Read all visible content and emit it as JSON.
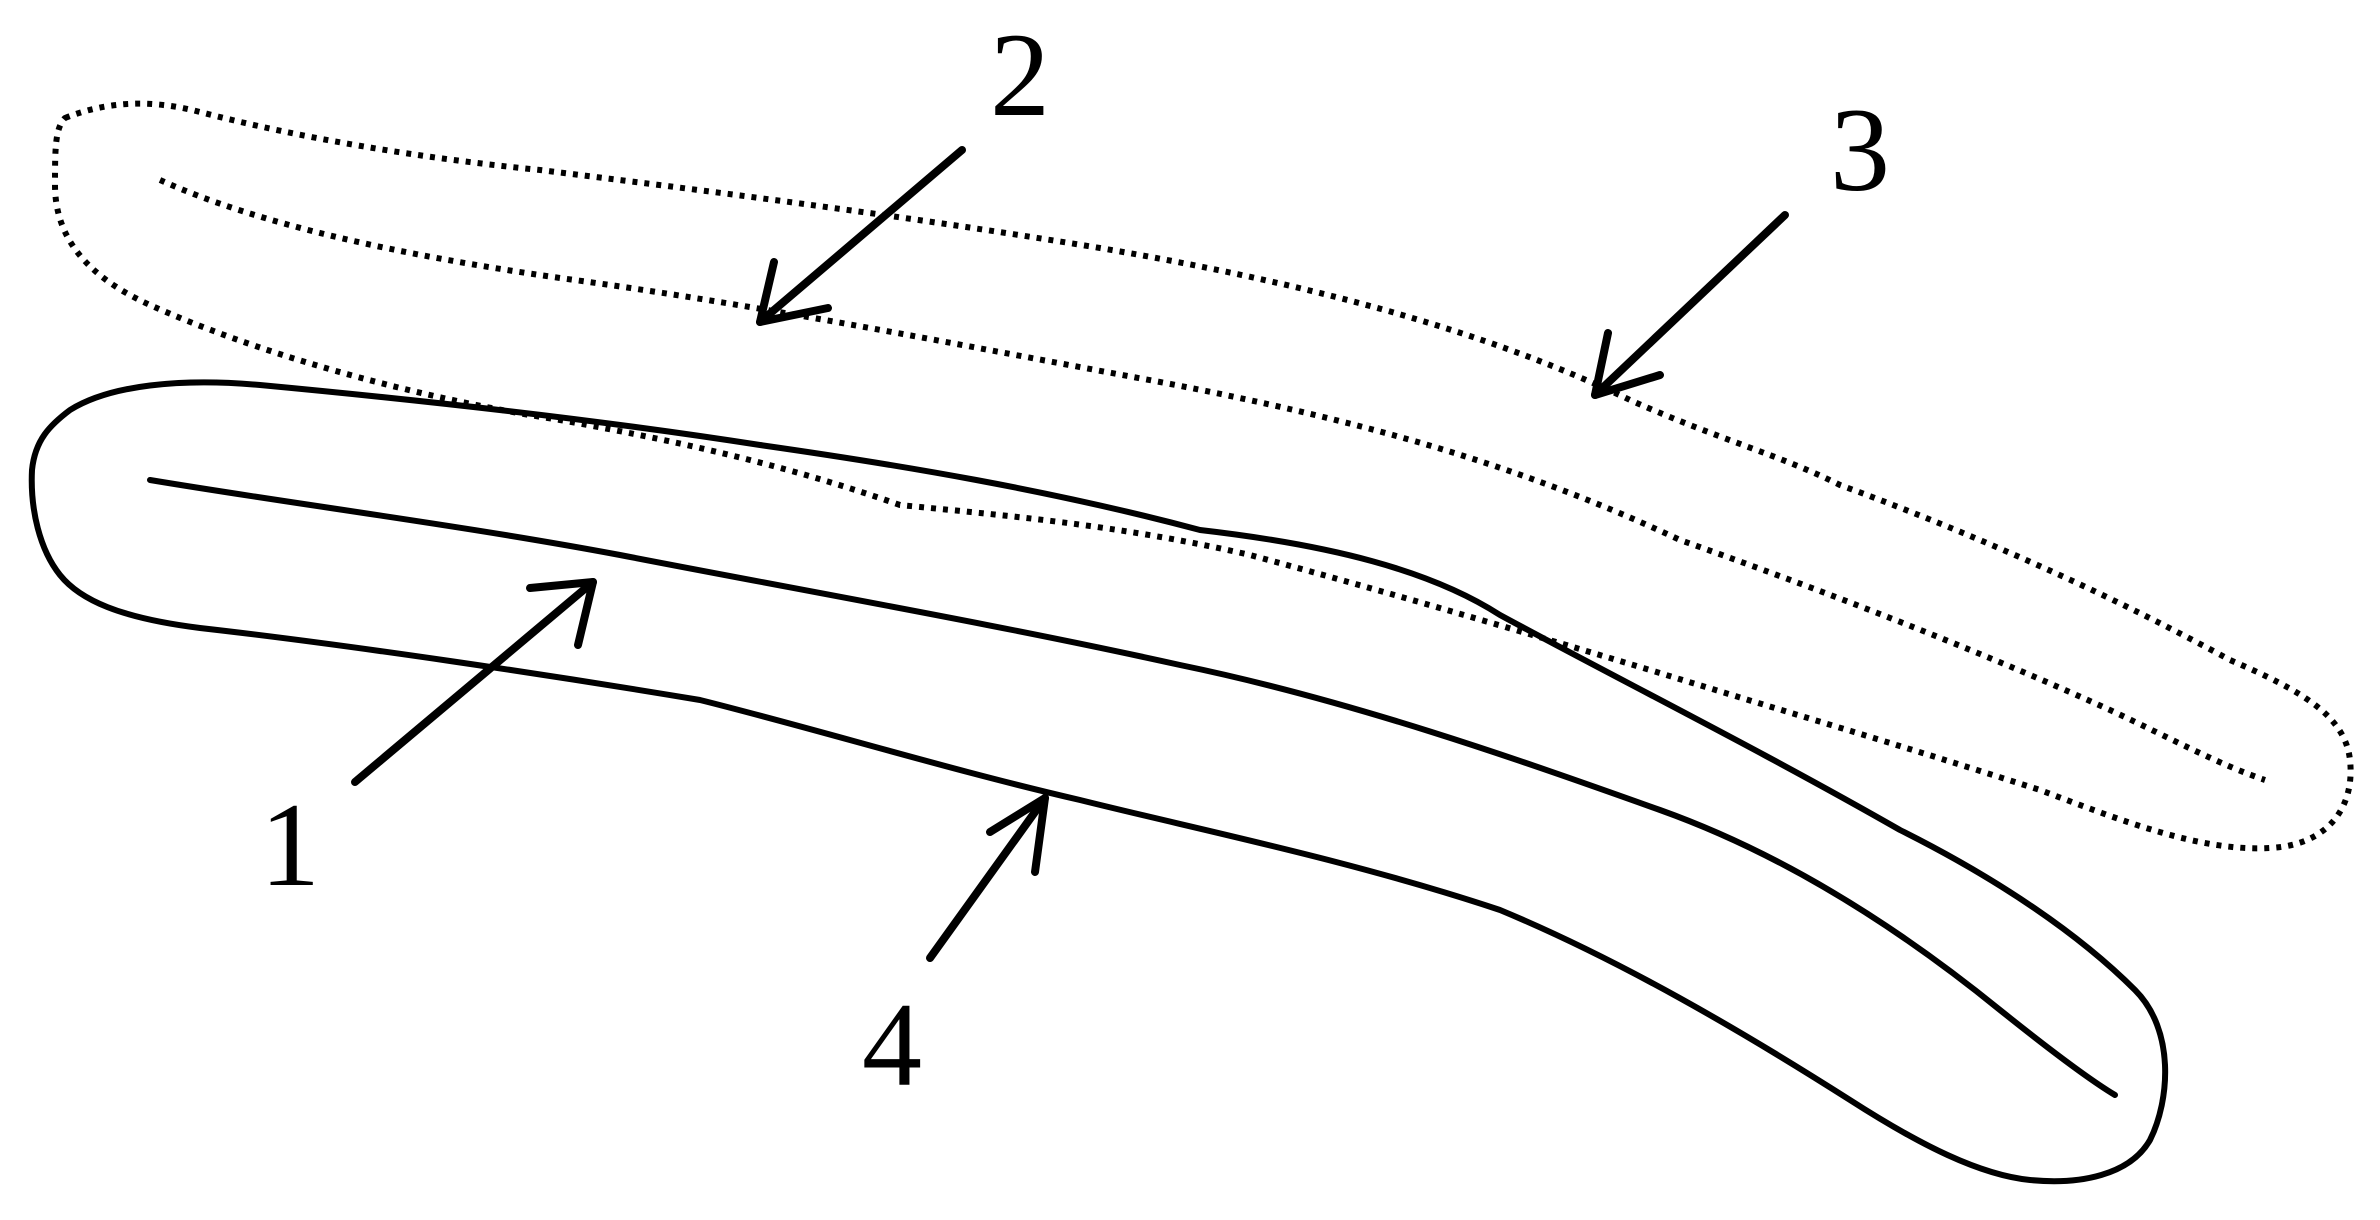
{
  "colors": {
    "ink": "#000000",
    "background": "#ffffff"
  },
  "labels": {
    "one": "1",
    "two": "2",
    "three": "3",
    "four": "4"
  }
}
